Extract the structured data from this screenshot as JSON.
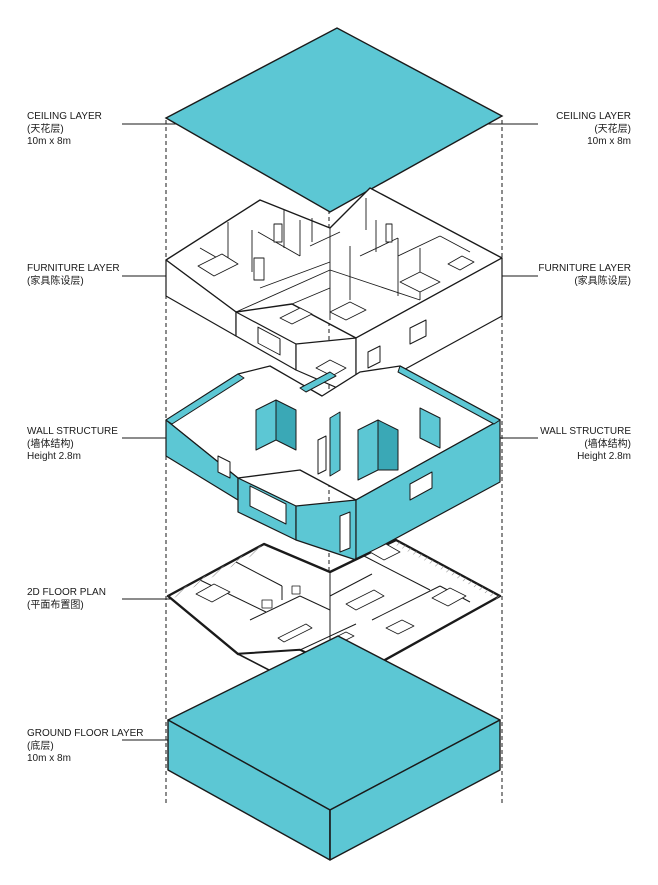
{
  "colors": {
    "accent": "#5cc7d4",
    "accent_dark": "#3aa8b6",
    "outline": "#1a1a1a",
    "paper": "#ffffff"
  },
  "labels": {
    "ceiling": {
      "title": "CEILING LAYER",
      "cn": "(天花层)",
      "size": "10m x 8m"
    },
    "furniture": {
      "title": "FURNITURE LAYER",
      "cn": "(家具陈设层)"
    },
    "wall": {
      "title": "WALL STRUCTURE",
      "cn": "(墙体结构)",
      "height": "Height 2.8m"
    },
    "floorplan": {
      "title": "2D FLOOR PLAN",
      "cn": "(平面布置图)"
    },
    "ground": {
      "title": "GROUND FLOOR LAYER",
      "cn": "(底层)",
      "size": "10m x 8m"
    }
  }
}
